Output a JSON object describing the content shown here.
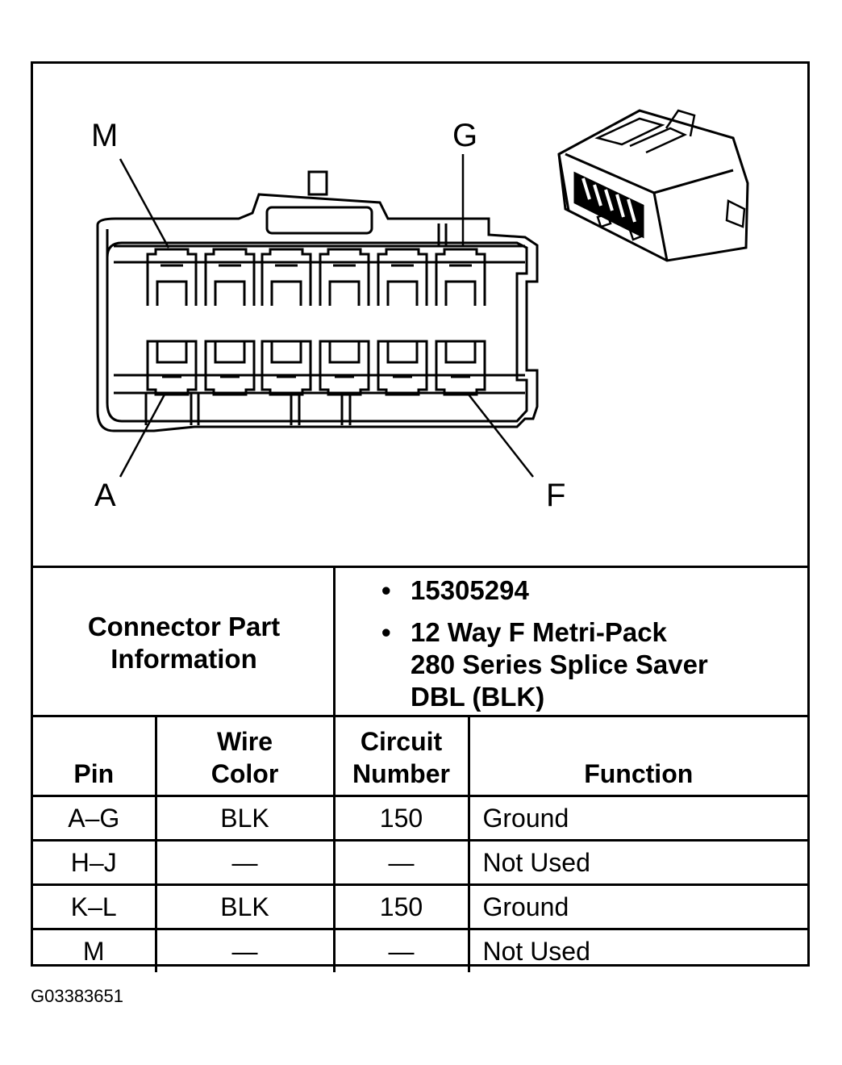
{
  "diagram": {
    "pin_labels": {
      "top_left": "M",
      "top_right": "G",
      "bottom_left": "A",
      "bottom_right": "F"
    }
  },
  "info": {
    "label_line1": "Connector Part",
    "label_line2": "Information",
    "items": [
      "15305294",
      "12 Way F Metri-Pack\n280 Series Splice Saver\nDBL (BLK)"
    ],
    "bullet": "•"
  },
  "table": {
    "headers": {
      "pin": "Pin",
      "wire_color_1": "Wire",
      "wire_color_2": "Color",
      "circuit_1": "Circuit",
      "circuit_2": "Number",
      "function": "Function"
    },
    "rows": [
      {
        "pin": "A–G",
        "wire_color": "BLK",
        "circuit": "150",
        "function": "Ground"
      },
      {
        "pin": "H–J",
        "wire_color": "—",
        "circuit": "—",
        "function": "Not Used"
      },
      {
        "pin": "K–L",
        "wire_color": "BLK",
        "circuit": "150",
        "function": "Ground"
      },
      {
        "pin": "M",
        "wire_color": "—",
        "circuit": "—",
        "function": "Not Used"
      }
    ]
  },
  "figure_id": "G03383651"
}
